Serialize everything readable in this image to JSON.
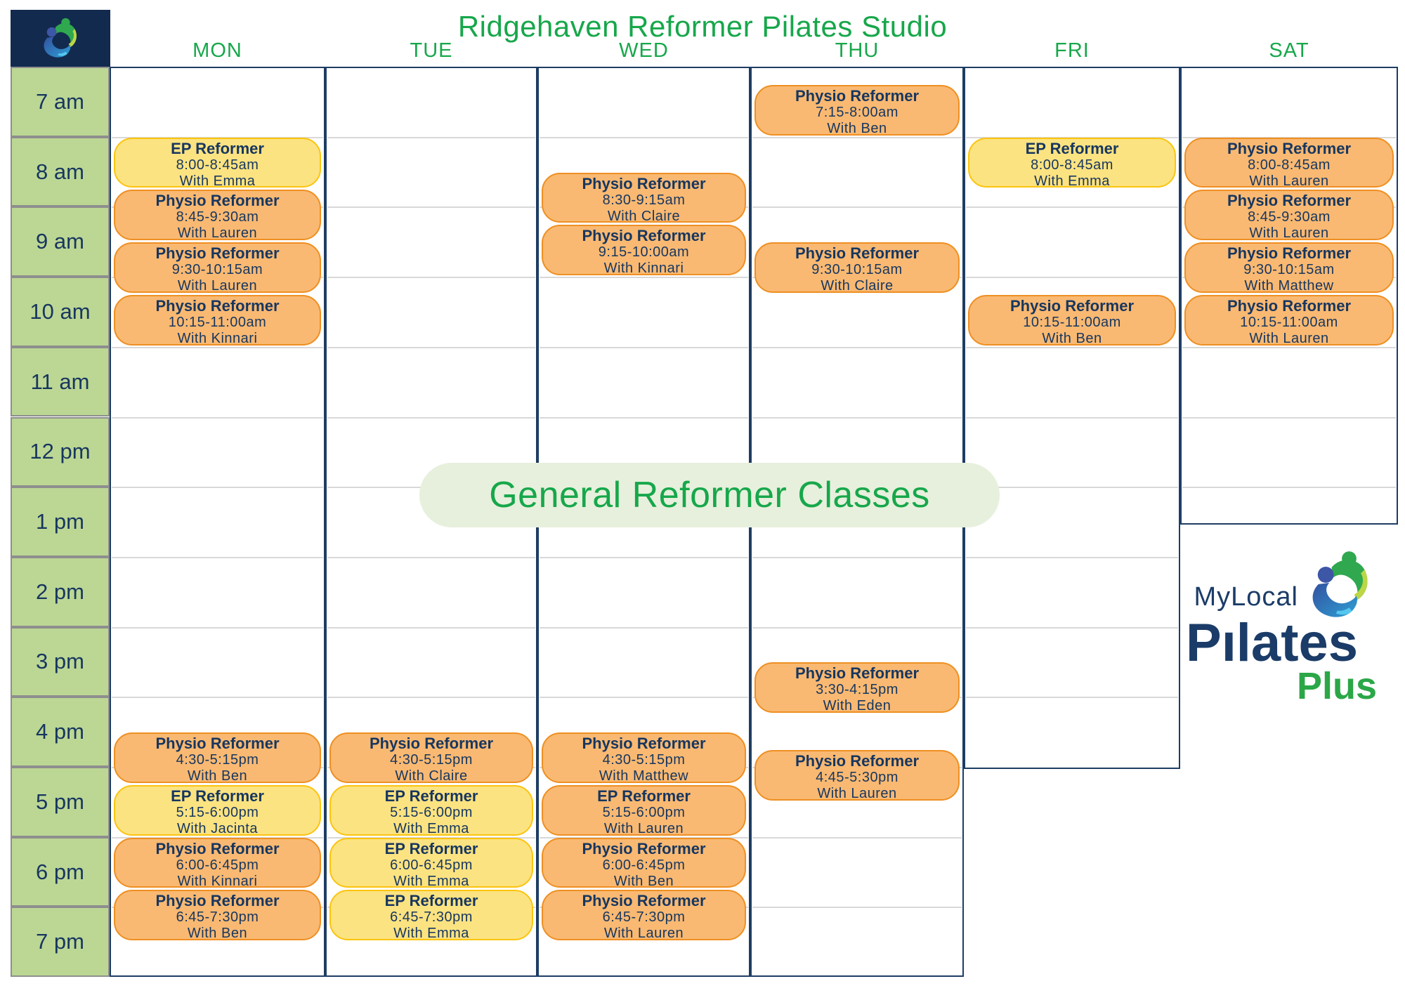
{
  "title": "Ridgehaven Reformer Pilates Studio",
  "banner_label": "General Reformer Classes",
  "days": [
    "MON",
    "TUE",
    "WED",
    "THU",
    "FRI",
    "SAT"
  ],
  "time_labels": [
    "7 am",
    "8 am",
    "9 am",
    "10 am",
    "11 am",
    "12 pm",
    "1 pm",
    "2 pm",
    "3 pm",
    "4 pm",
    "5 pm",
    "6 pm",
    "7 pm"
  ],
  "brand": {
    "line1": "MyLocal",
    "line2": "Pılates",
    "line3": "Plus"
  },
  "classes": [
    {
      "day": "MON",
      "name": "EP Reformer",
      "time": "8:00-8:45am",
      "instructor": "With Emma",
      "variant": "yellow"
    },
    {
      "day": "MON",
      "name": "Physio Reformer",
      "time": "8:45-9:30am",
      "instructor": "With Lauren",
      "variant": "orange"
    },
    {
      "day": "MON",
      "name": "Physio Reformer",
      "time": "9:30-10:15am",
      "instructor": "With Lauren",
      "variant": "orange"
    },
    {
      "day": "MON",
      "name": "Physio Reformer",
      "time": "10:15-11:00am",
      "instructor": "With Kinnari",
      "variant": "orange"
    },
    {
      "day": "MON",
      "name": "Physio Reformer",
      "time": "4:30-5:15pm",
      "instructor": "With Ben",
      "variant": "orange"
    },
    {
      "day": "MON",
      "name": "EP Reformer",
      "time": "5:15-6:00pm",
      "instructor": "With Jacinta",
      "variant": "yellow"
    },
    {
      "day": "MON",
      "name": "Physio Reformer",
      "time": "6:00-6:45pm",
      "instructor": "With Kinnari",
      "variant": "orange"
    },
    {
      "day": "MON",
      "name": "Physio Reformer",
      "time": "6:45-7:30pm",
      "instructor": "With Ben",
      "variant": "orange"
    },
    {
      "day": "TUE",
      "name": "Physio Reformer",
      "time": "4:30-5:15pm",
      "instructor": "With Claire",
      "variant": "orange"
    },
    {
      "day": "TUE",
      "name": "EP Reformer",
      "time": "5:15-6:00pm",
      "instructor": "With Emma",
      "variant": "yellow"
    },
    {
      "day": "TUE",
      "name": "EP Reformer",
      "time": "6:00-6:45pm",
      "instructor": "With Emma",
      "variant": "yellow"
    },
    {
      "day": "TUE",
      "name": "EP Reformer",
      "time": "6:45-7:30pm",
      "instructor": "With Emma",
      "variant": "yellow"
    },
    {
      "day": "WED",
      "name": "Physio Reformer",
      "time": "8:30-9:15am",
      "instructor": "With Claire",
      "variant": "orange"
    },
    {
      "day": "WED",
      "name": "Physio Reformer",
      "time": "9:15-10:00am",
      "instructor": "With Kinnari",
      "variant": "orange"
    },
    {
      "day": "WED",
      "name": "Physio Reformer",
      "time": "4:30-5:15pm",
      "instructor": "With Matthew",
      "variant": "orange"
    },
    {
      "day": "WED",
      "name": "EP Reformer",
      "time": "5:15-6:00pm",
      "instructor": "With Lauren",
      "variant": "orange"
    },
    {
      "day": "WED",
      "name": "Physio Reformer",
      "time": "6:00-6:45pm",
      "instructor": "With Ben",
      "variant": "orange"
    },
    {
      "day": "WED",
      "name": "Physio Reformer",
      "time": "6:45-7:30pm",
      "instructor": "With Lauren",
      "variant": "orange"
    },
    {
      "day": "THU",
      "name": "Physio Reformer",
      "time": "7:15-8:00am",
      "instructor": "With Ben",
      "variant": "orange"
    },
    {
      "day": "THU",
      "name": "Physio Reformer",
      "time": "9:30-10:15am",
      "instructor": "With Claire",
      "variant": "orange"
    },
    {
      "day": "THU",
      "name": "Physio Reformer",
      "time": "3:30-4:15pm",
      "instructor": "With Eden",
      "variant": "orange"
    },
    {
      "day": "THU",
      "name": "Physio Reformer",
      "time": "4:45-5:30pm",
      "instructor": "With Lauren",
      "variant": "orange"
    },
    {
      "day": "FRI",
      "name": "EP Reformer",
      "time": "8:00-8:45am",
      "instructor": "With Emma",
      "variant": "yellow"
    },
    {
      "day": "FRI",
      "name": "Physio Reformer",
      "time": "10:15-11:00am",
      "instructor": "With Ben",
      "variant": "orange"
    },
    {
      "day": "SAT",
      "name": "Physio Reformer",
      "time": "8:00-8:45am",
      "instructor": "With Lauren",
      "variant": "orange"
    },
    {
      "day": "SAT",
      "name": "Physio Reformer",
      "time": "8:45-9:30am",
      "instructor": "With Lauren",
      "variant": "orange"
    },
    {
      "day": "SAT",
      "name": "Physio Reformer",
      "time": "9:30-10:15am",
      "instructor": "With Matthew",
      "variant": "orange"
    },
    {
      "day": "SAT",
      "name": "Physio Reformer",
      "time": "10:15-11:00am",
      "instructor": "With Lauren",
      "variant": "orange"
    }
  ],
  "colors": {
    "green": "#17A74B",
    "navy": "#1E3D63",
    "text_navy": "#17365F",
    "orange_fill": "#F9B972",
    "orange_border": "#EF8F22",
    "yellow_fill": "#FCE381",
    "yellow_border": "#FBC40E",
    "time_cell_bg": "#BCD794",
    "time_cell_border": "#8E8E8E",
    "hour_line": "#D8D8D8",
    "banner_bg": "#E7F0DC",
    "logo_square_bg": "#132A4F"
  }
}
